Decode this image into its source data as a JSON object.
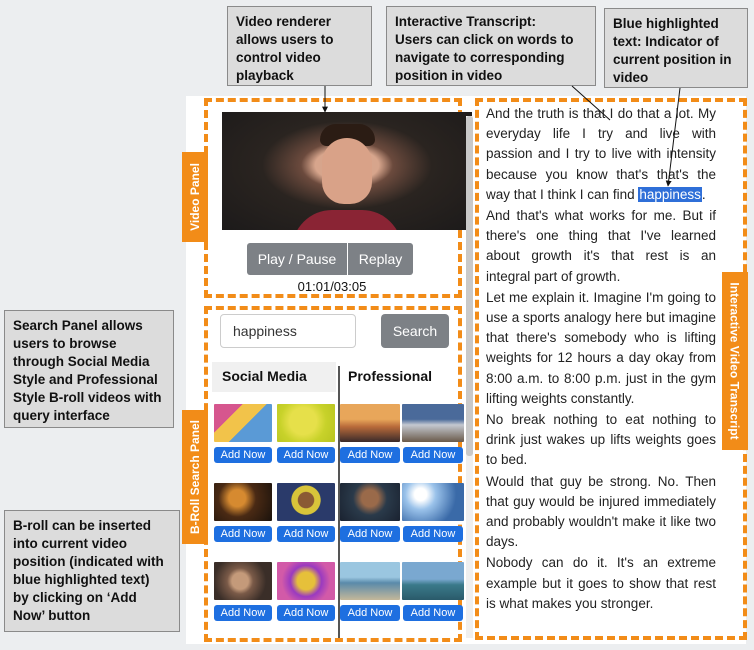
{
  "callouts": {
    "video_renderer": "Video renderer\nallows users to\ncontrol video\nplayback",
    "transcript": "Interactive Transcript:\nUsers can click on words to\nnavigate to corresponding\nposition in video",
    "highlight": "Blue highlighted\ntext: Indicator of\ncurrent position in\nvideo",
    "search_panel": "Search Panel allows\nusers to browse\nthrough Social Media\nStyle and Professional\nStyle B-roll videos with\nquery interface",
    "broll_insert": "B-roll can be inserted\ninto current video\nposition (indicated with\nblue highlighted text)\nby clicking on ‘Add\nNow’ button"
  },
  "panel_tags": {
    "video": "Video Panel",
    "broll": "B-Roll Search Panel",
    "transcript": "Interactive Video Transcript"
  },
  "video_panel": {
    "play_pause": "Play / Pause",
    "replay": "Replay",
    "time": "01:01/03:05"
  },
  "search": {
    "query": "happiness",
    "button": "Search",
    "col_social": "Social Media",
    "col_professional": "Professional",
    "add_label": "Add Now"
  },
  "transcript": {
    "p1_before": "And the truth is that I do that a lot. My everyday life I try and live with passion and I try to live with intensity because you know that's that's the way that I think I can find ",
    "p1_highlight": "happiness",
    "p1_after": ".",
    "p2": "And that's what works for me. But if there's one thing that I've learned about growth it's that rest is an integral part of growth.",
    "p3": "Let me explain it. Imagine I'm going to use a sports analogy here but imagine that there's somebody who is lifting weights for 12 hours a day okay from 8:00 a.m. to 8:00 p.m. just in the gym lifting weights constantly.",
    "p4": "No break nothing to eat nothing to drink just wakes up lifts weights goes to bed.",
    "p5": "Would that guy be strong. No. Then that guy would be injured immediately and probably wouldn't make it like two days.",
    "p6": "Nobody can do it. It's an extreme example but it goes to show that rest is what makes you stronger."
  },
  "colors": {
    "accent_orange": "#f28c18",
    "highlight_blue": "#2f6fd8",
    "add_button_blue": "#1e6fe0"
  }
}
